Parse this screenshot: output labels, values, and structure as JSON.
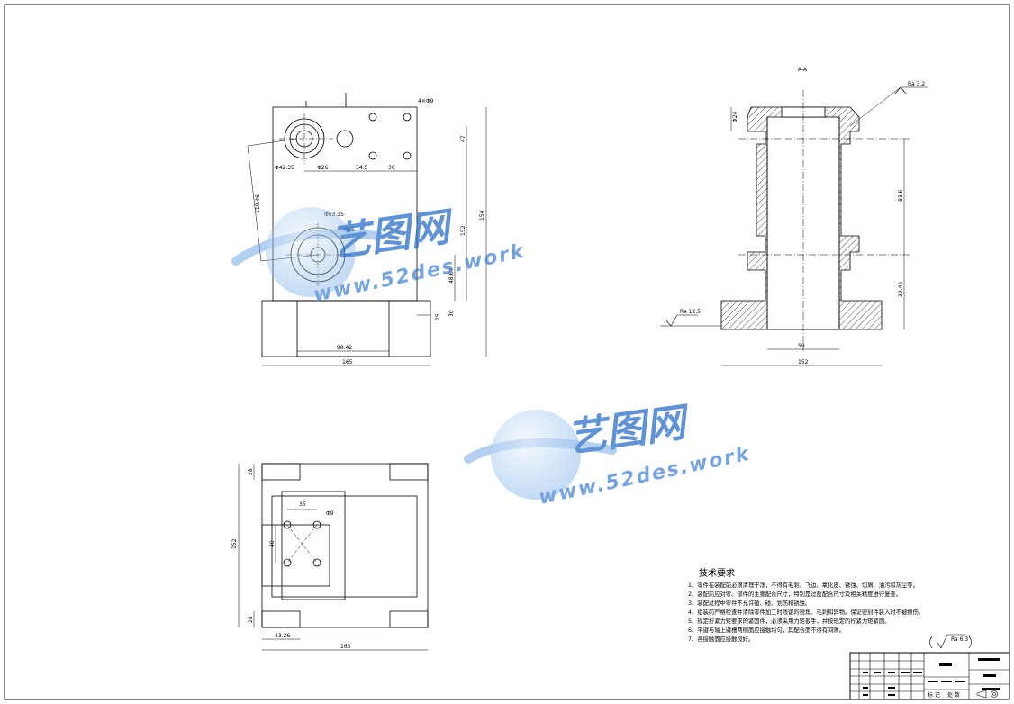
{
  "section_label": "A-A",
  "roughness": {
    "top_right": "Ra 3.2",
    "left_base": "Ra 12.5",
    "general": "Ra 6.3"
  },
  "front_view": {
    "dims": {
      "overall_width": "165",
      "overall_height": "154",
      "base_slot": "98.42",
      "hole_dia_large": "Φ63.35",
      "hole_bolt": "4×Φ9",
      "spacing_a": "34.5",
      "spacing_b": "36",
      "small_hole": "Φ42.35",
      "small_hole_b": "Φ26",
      "vertical_a": "47",
      "vertical_b": "152",
      "vertical_c": "48.64",
      "vertical_d": "30",
      "base_h": "25",
      "slant": "119.46",
      "r_label": "R65"
    }
  },
  "side_view": {
    "dims": {
      "overall_width": "152",
      "bore_width": "59",
      "height_a": "83.6",
      "height_b": "39.46",
      "top_small": "Φ24"
    }
  },
  "top_view": {
    "dims": {
      "overall_width": "165",
      "overall_height": "152",
      "offset_left": "43.26",
      "edge_top": "28",
      "edge_bottom": "28",
      "hole_spacing_x": "35",
      "hole_spacing_y": "40",
      "hole_note": "Φ9"
    }
  },
  "tech_requirements": {
    "title": "技术要求",
    "items": [
      "1、零件在装配前必须清理干净，不得有毛刺、飞边、氧化皮、锈蚀、切屑、油污和灰尘等。",
      "2、装配前应对零、部件的主要配合尺寸，特别是过盈配合尺寸及相关精度进行复查。",
      "3、装配过程中零件不允许磕、碰、划伤和锈蚀。",
      "4、组装前严格检查并清除零件加工时残留的锐角、毛刺和异物。保证密封件装入时不被擦伤。",
      "5、规定拧紧力矩要求的紧固件，必须采用力矩扳手，并按规定的拧紧力矩紧固。",
      "6、平键与轴上键槽两侧面应接触均匀，其配合面不得有间隙。",
      "7、各接触面应接触良好。"
    ]
  },
  "title_block": {
    "footer_cells": [
      "标 记",
      "处 数"
    ]
  },
  "watermark": {
    "cn": "艺图网",
    "url": "www.52des.work"
  }
}
